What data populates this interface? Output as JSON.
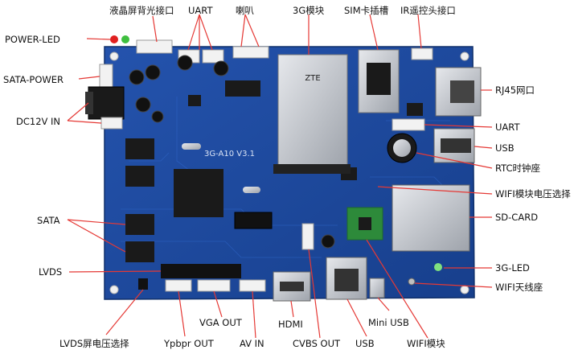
{
  "board": {
    "silkscreen": "3G-A10 V3.1"
  },
  "labels": {
    "lcd_backlight": "液晶屏背光接口",
    "uart_top": "UART",
    "speaker": "喇叭",
    "module_3g": "3G模块",
    "sim_slot": "SIM卡插槽",
    "ir_port": "IR遥控头接口",
    "power_led": "POWER-LED",
    "sata_power": "SATA-POWER",
    "dc12v": "DC12V IN",
    "rj45": "RJ45网口",
    "uart_right": "UART",
    "usb_right": "USB",
    "rtc": "RTC时钟座",
    "wifi_voltage": "WIFI模块电压选择",
    "sd_card": "SD-CARD",
    "sata": "SATA",
    "lvds": "LVDS",
    "led_3g": "3G-LED",
    "wifi_antenna": "WIFI天线座",
    "vga_out": "VGA OUT",
    "hdmi": "HDMI",
    "mini_usb": "Mini USB",
    "lvds_voltage": "LVDS屏电压选择",
    "ypbpr_out": "Ypbpr OUT",
    "av_in": "AV IN",
    "cvbs_out": "CVBS OUT",
    "usb_bottom": "USB",
    "wifi_module": "WIFI模块"
  },
  "colors": {
    "pcb": "#1f4aa0",
    "pcb_dark": "#163a85",
    "label_line": "#e53935",
    "chip": "#1a1a1a",
    "connector": "#f2f2f2",
    "metal": "#c8cbd0"
  }
}
